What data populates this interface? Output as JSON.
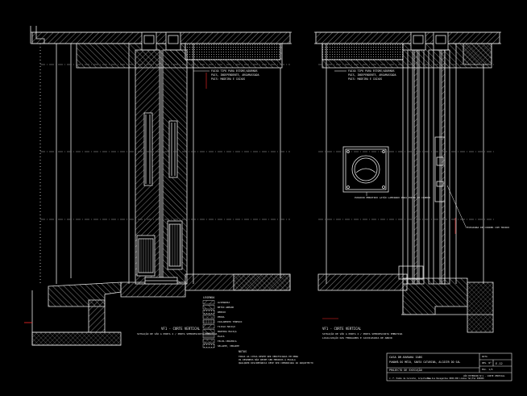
{
  "colors": {
    "background": "#000000",
    "linework": "#e8e8e8",
    "hatch": "#bdbdbd",
    "accent_lines": "#ff2a2a",
    "yellow": "#ffff00",
    "cyan": "#00ffff",
    "magenta": "#ff00ff",
    "green": "#00ff00"
  },
  "section_left": {
    "title": "VF1 - CORTE VERTICAL",
    "subtitle": "SITUAÇÃO DE VÃO A PORTA 2 / PORTA SEMIDESCRITA EMBUTIDA",
    "notes": [
      "FAIXA TIPO PARA ESTORE/ADORNOS",
      "PAIS, INDEPENDENTE, ARGAMASSADA",
      "PAIS: MADEIRA E CAIXAS"
    ]
  },
  "section_right": {
    "title": "VF1 - CORTE VERTICAL",
    "subtitle": "SITUAÇÃO DE VÃO A PORTA 2 / PORTA SEMIDESCRITA EMBUTIDA",
    "subtitle2": "LOCALIZAÇÃO DAS FERRAGENS E CAIXILHARIA DE ABRIR",
    "notes": [
      "FAIXA TIPO PARA ESTORE/ADORNOS",
      "PAIS, INDEPENDENTE, ARGAMASSADA",
      "PAIS: MADEIRA E CAIXAS"
    ],
    "callout_handle": "PUXADOR EMBUTIDO LATÃO LAMINADO PARA PORTA DE CORRER",
    "callout_lock": "FECHADURA DE CORRER COM TRINCO"
  },
  "legend": {
    "title": "LEGENDA",
    "items": [
      "ALVENARIA",
      "BETÃO ARMADO",
      "REBOCO",
      "PEDRA",
      "ISOLAMENTO TÉRMICO",
      "TIJOLO MACIÇO",
      "MADEIRA MACIÇA",
      "PLACA",
      "TELHA CERÂMICA",
      "SELANTE, VEDANTE"
    ]
  },
  "notes_block": {
    "title": "NOTAS",
    "lines": [
      "TODAS AS COTAS DEVEM SER VERIFICADAS EM OBRA",
      "OS DESENHOS NÃO DEVEM SER MEDIDOS À ESCALA",
      "QUALQUER DISCREPÂNCIA DEVE SER COMUNICADA AO ARQUITECTO"
    ]
  },
  "title_block": {
    "project_line1": "CASA DR.BARAHA IABS",
    "project_line2": "PANAMÁ DO MÉIO, SANTA CATARINA, ALCÁCER DO SAL",
    "phase": "PROJECTO DE EXECUÇÃO",
    "date_label": "DATA",
    "sheet_label": "DES. Nº",
    "sheet_number": "E.12",
    "scale": "ESC. 1/5",
    "sheet_title": "VÃO EXTERIOR Nº1 - CORTE VERTICAL",
    "architect": "J. F. Pombo de Carvalho, Arquitectos",
    "address": "Rua dos Navegantes 0000-000 Lisboa  Tel/Fax 000000"
  }
}
